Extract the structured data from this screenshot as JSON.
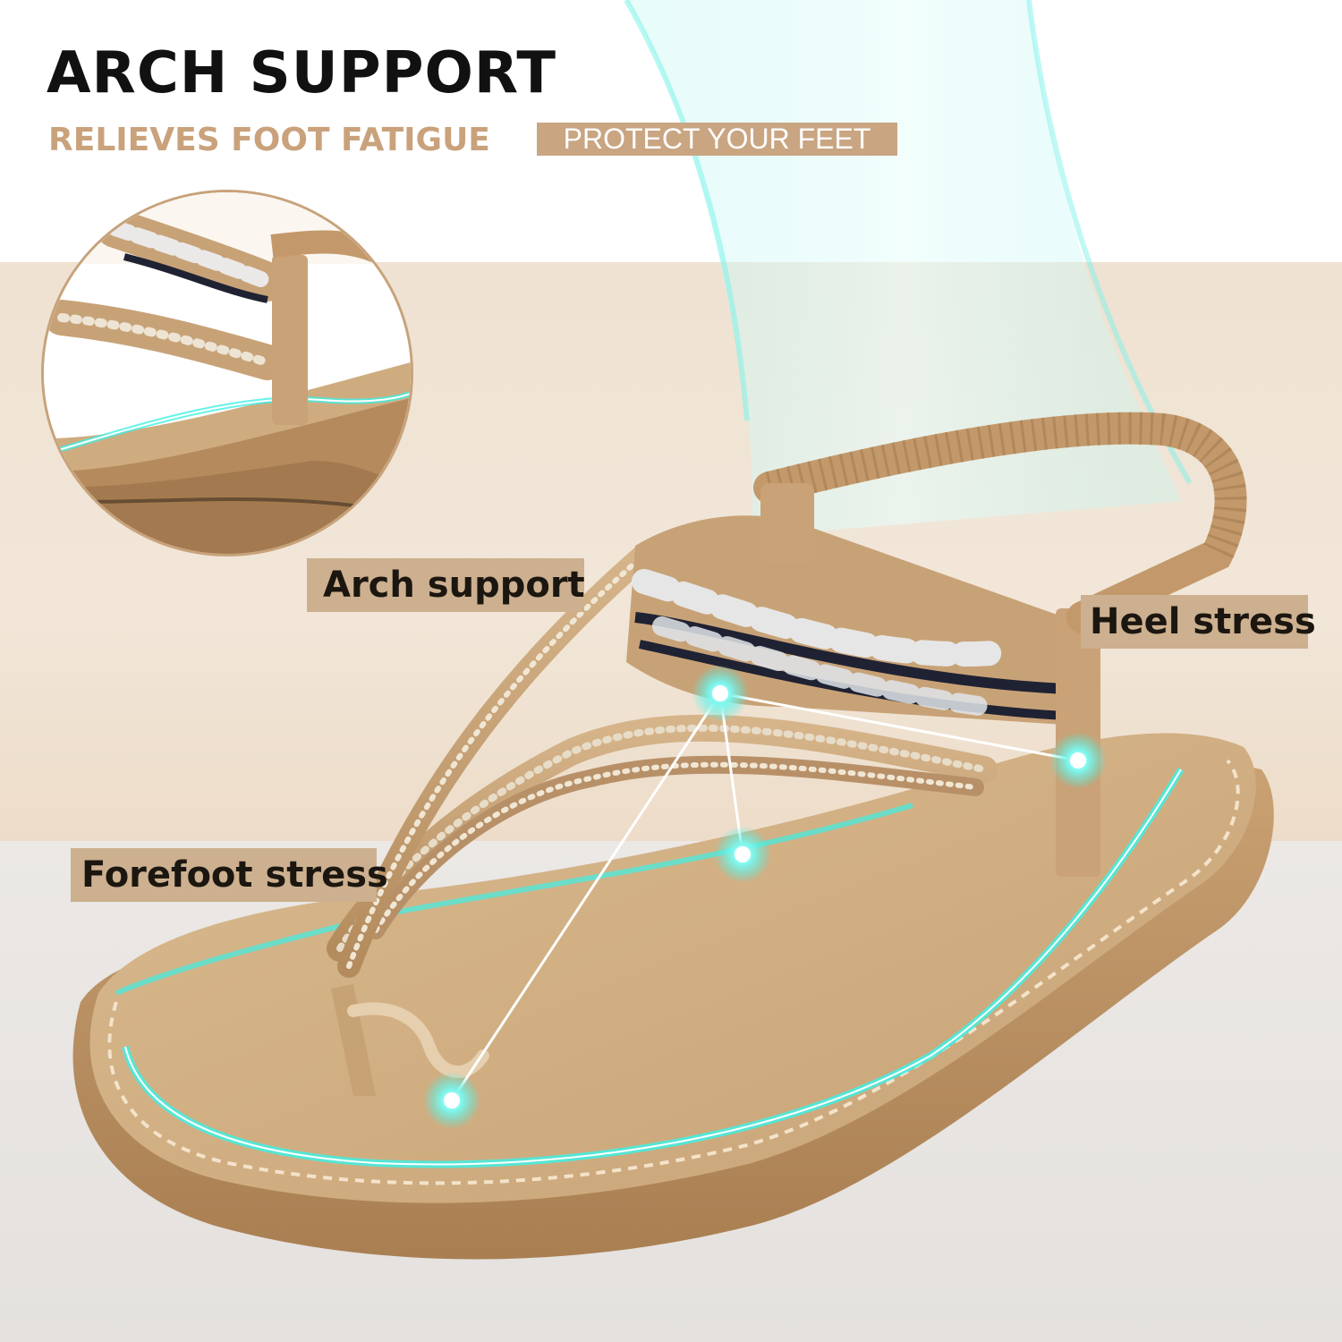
{
  "headline": "ARCH SUPPORT",
  "subhead": "RELIEVES FOOT FATIGUE",
  "tag": "PROTECT YOUR FEET",
  "callouts": {
    "arch": "Arch support",
    "heel": "Heel stress",
    "forefoot": "Forefoot stress"
  },
  "colors": {
    "accent_tan": "#c9a582",
    "callout_bg": "#ccb08f",
    "highlight_cyan": "#3ff0e4",
    "headline": "#111111"
  }
}
